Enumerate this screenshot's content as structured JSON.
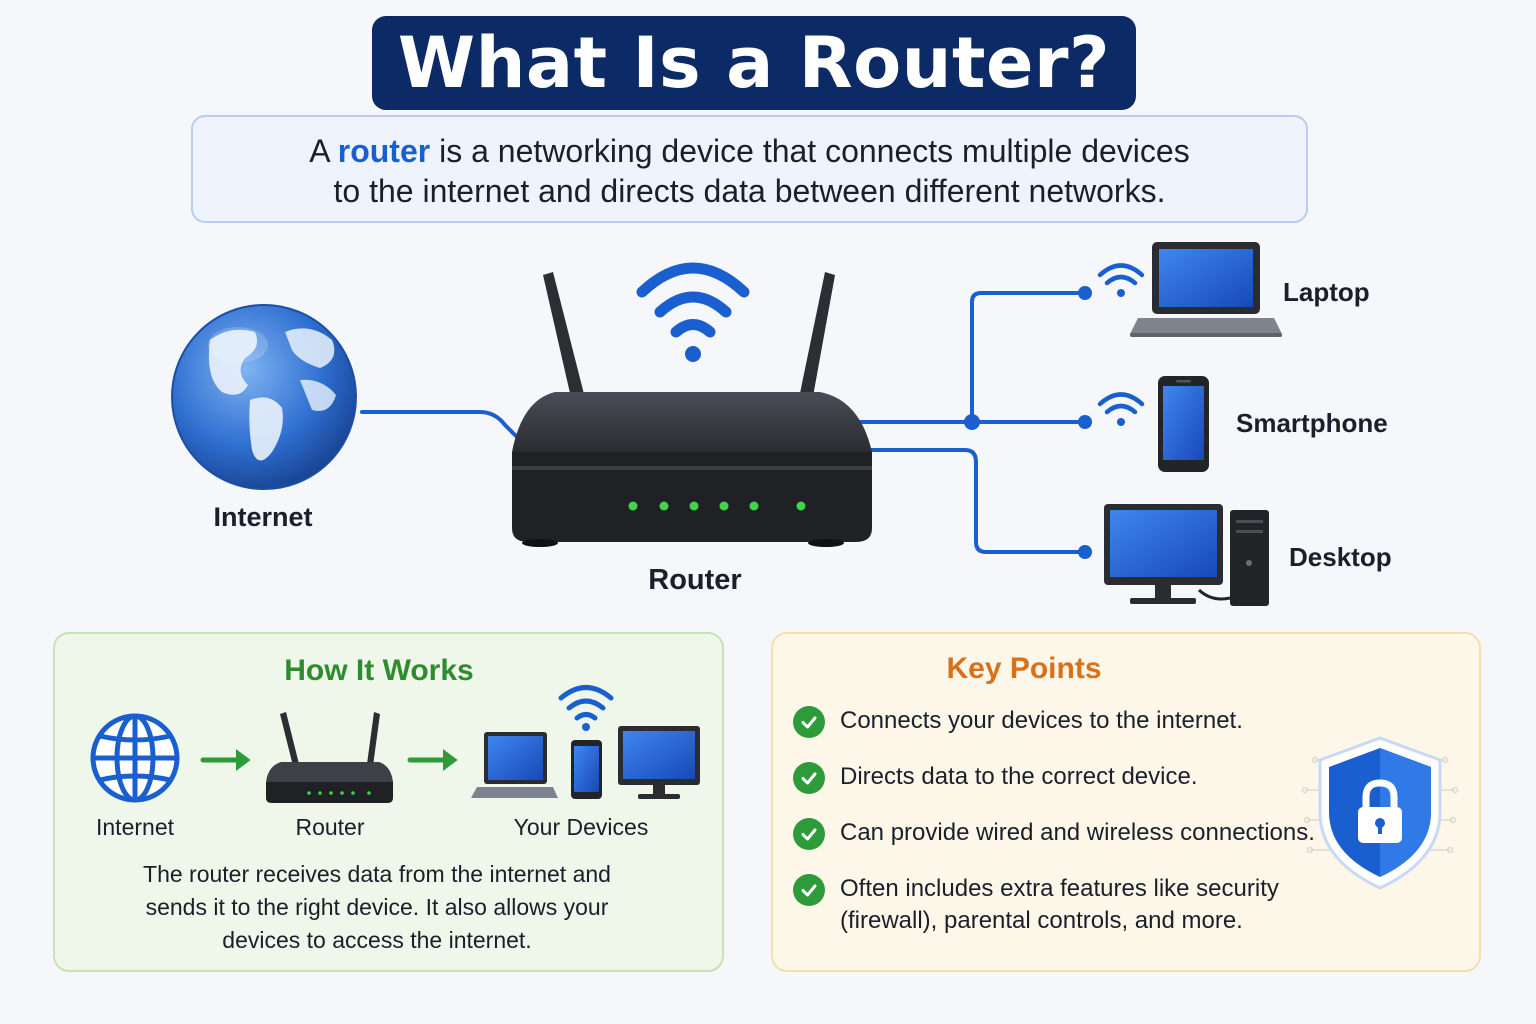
{
  "title": "What Is a Router?",
  "definition": {
    "prefix": "A ",
    "highlight": "router",
    "rest_line1": " is a networking device that connects multiple devices",
    "line2": "to the internet and directs data between different networks."
  },
  "diagram": {
    "internet_label": "Internet",
    "router_label": "Router",
    "devices": [
      {
        "label": "Laptop"
      },
      {
        "label": "Smartphone"
      },
      {
        "label": "Desktop"
      }
    ]
  },
  "how_it_works": {
    "title": "How It Works",
    "labels": [
      "Internet",
      "Router",
      "Your Devices"
    ],
    "description_lines": [
      "The router receives data from the internet and",
      "sends it to the right device. It also allows your",
      "devices to access the internet."
    ]
  },
  "key_points": {
    "title": "Key Points",
    "items": [
      {
        "text": "Connects your devices to the internet."
      },
      {
        "text": "Directs data to the correct device."
      },
      {
        "text": "Can provide wired and wireless connections."
      },
      {
        "text": "Often includes extra features like security",
        "text2": "(firewall), parental controls, and more."
      }
    ]
  },
  "colors": {
    "title_bg": "#0b2a66",
    "accent_blue": "#1a5fd0",
    "green": "#2e8b2e",
    "orange": "#d9701a",
    "led_green": "#3fd44a"
  },
  "icons": [
    "globe-icon",
    "router-icon",
    "wifi-icon",
    "laptop-icon",
    "smartphone-icon",
    "desktop-icon",
    "arrow-right-icon",
    "check-icon",
    "shield-lock-icon"
  ]
}
